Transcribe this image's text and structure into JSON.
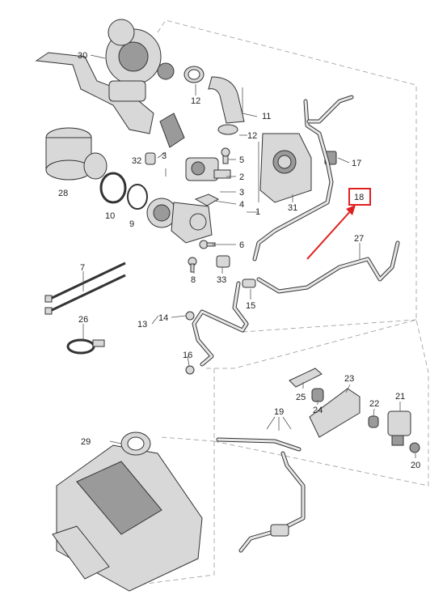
{
  "diagram": {
    "part_numbers": [
      "30",
      "12",
      "11",
      "12",
      "5",
      "2",
      "3",
      "4",
      "1",
      "6",
      "32",
      "3",
      "28",
      "10",
      "9",
      "8",
      "33",
      "7",
      "31",
      "17",
      "18",
      "27",
      "15",
      "13",
      "14",
      "16",
      "26",
      "29",
      "19",
      "25",
      "24",
      "23",
      "22",
      "21",
      "20"
    ],
    "highlight_label": "18",
    "highlight_color": "#e02020"
  }
}
